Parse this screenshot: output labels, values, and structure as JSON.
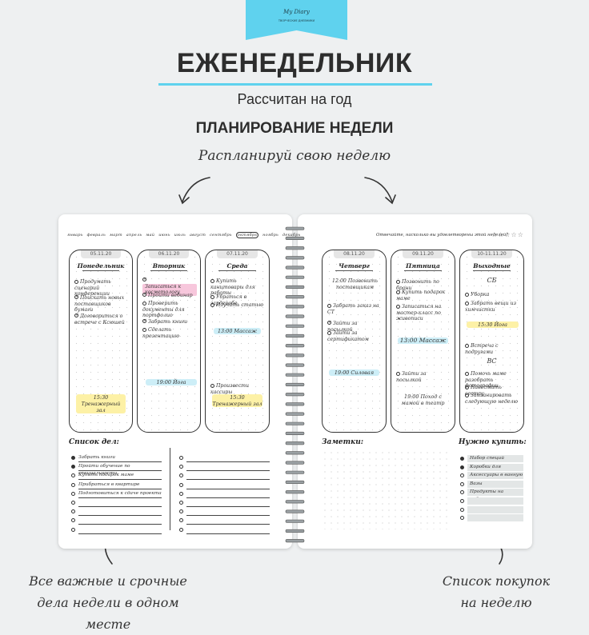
{
  "brand": {
    "logo_text": "My Diary",
    "tagline": "ТВОРЧЕСКИЕ ДНЕВНИКИ"
  },
  "header": {
    "title": "ЕЖЕНЕДЕЛЬНИК",
    "subtitle": "Рассчитан на год",
    "section": "ПЛАНИРОВАНИЕ НЕДЕЛИ",
    "caption_top": "Распланируй свою неделю"
  },
  "left_page": {
    "months": [
      "январь",
      "февраль",
      "март",
      "апрель",
      "май",
      "июнь",
      "июль",
      "август",
      "сентябрь",
      "октябрь",
      "ноябрь",
      "декабрь"
    ],
    "days": [
      {
        "date": "05.11.20",
        "name": "Понедельник",
        "tasks": [
          {
            "text": "Продумать сценарий конференции",
            "checked": false
          },
          {
            "text": "Поискать новых поставщиков бумаги",
            "checked": true
          },
          {
            "text": "Договориться о встрече с Ксюшей",
            "checked": true
          }
        ],
        "event": {
          "text": "15:30 Тренажерный зал",
          "color": "#fdf1a6"
        }
      },
      {
        "date": "06.11.20",
        "name": "Вторник",
        "tasks": [
          {
            "text": "Записаться к косметологу",
            "checked": true,
            "highlight": "#f7c7dc"
          },
          {
            "text": "Пройти вебинар",
            "checked": true
          },
          {
            "text": "Проверить документы для портфолио",
            "checked": false
          },
          {
            "text": "Забрать книги",
            "checked": true
          },
          {
            "text": "Сделать презентацию",
            "checked": false
          }
        ],
        "event": {
          "text": "19:00 Йога",
          "color": "#cdeef7"
        }
      },
      {
        "date": "07.11.20",
        "name": "Среда",
        "tasks": [
          {
            "text": "Купить канцтовары для работы",
            "checked": false
          },
          {
            "text": "Убраться в гардеробе",
            "checked": false
          },
          {
            "text": "Изучить статью",
            "checked": false
          }
        ],
        "mid_event": {
          "text": "13:00 Массаж",
          "color": "#cdeef7"
        },
        "late_task": {
          "text": "Произвести кассиры",
          "checked": false
        },
        "event": {
          "text": "15:30 Тренажерный зал",
          "color": "#fdf1a6"
        }
      }
    ],
    "todo_title": "Список дел:",
    "todos_left": [
      {
        "text": "Забрать книги",
        "checked": true
      },
      {
        "text": "Пройти обучение по специальности",
        "checked": true
      },
      {
        "text": "Купить подарок маме",
        "checked": false
      },
      {
        "text": "Прибраться в квартире",
        "checked": false
      },
      {
        "text": "Подготовиться к сдаче проекта",
        "checked": false
      },
      {
        "text": "",
        "checked": false
      },
      {
        "text": "",
        "checked": false
      },
      {
        "text": "",
        "checked": false
      },
      {
        "text": "",
        "checked": false
      }
    ],
    "todos_right_count": 9
  },
  "right_page": {
    "quote": "Отвечайте, насколько вы удовлетворены этой неделей?",
    "days": [
      {
        "date": "08.11.20",
        "name": "Четверг",
        "tasks": [
          {
            "text": "12:00 Позвонить поставщикам",
            "plain": true
          },
          {
            "text": "Забрать заказ на СТ",
            "checked": false
          },
          {
            "text": "Зайти за посылкой",
            "checked": true
          },
          {
            "text": "Зайти за сертификатом",
            "checked": false
          }
        ],
        "event": {
          "text": "19:00 Силовая",
          "color": "#cdeef7"
        }
      },
      {
        "date": "09.11.20",
        "name": "Пятница",
        "tasks": [
          {
            "text": "Позвонить по брони",
            "checked": false
          },
          {
            "text": "Купить подарок маме",
            "checked": false
          },
          {
            "text": "Записаться на мастер-класс по живописи",
            "checked": false
          }
        ],
        "mid_event": {
          "text": "13:00 Массаж",
          "color": "#cdeef7"
        },
        "late_task": {
          "text": "Зайти за посылкой",
          "checked": false
        },
        "event": {
          "text": "19:00 Поход с мамой в театр",
          "color": ""
        }
      },
      {
        "date": "10-11.11.20",
        "name": "Выходные",
        "sat": "СБ",
        "sat_tasks": [
          {
            "text": "Уборка",
            "checked": false
          },
          {
            "text": "Забрать вещи из химчистки",
            "checked": false
          }
        ],
        "sat_event": {
          "text": "15:30 Йога",
          "color": "#fdf1a6"
        },
        "sat_late": {
          "text": "Встреча с подругами",
          "checked": false
        },
        "sun": "ВС",
        "sun_tasks": [
          {
            "text": "Помочь маме разобрать фотографии",
            "checked": false
          },
          {
            "text": "Навестить сестру",
            "checked": false
          },
          {
            "text": "Запланировать следующую неделю",
            "checked": false
          }
        ]
      }
    ],
    "notes_title": "Заметки:",
    "shop_title": "Нужно купить:",
    "shop": [
      {
        "text": "Набор специй",
        "checked": true
      },
      {
        "text": "Коробки для хранения",
        "checked": true
      },
      {
        "text": "Аксессуары в ванную",
        "checked": false
      },
      {
        "text": "Вазы",
        "checked": false
      },
      {
        "text": "Продукты на неделю",
        "checked": false
      },
      {
        "text": "",
        "checked": false
      },
      {
        "text": "",
        "checked": false
      },
      {
        "text": "",
        "checked": false
      }
    ]
  },
  "captions": {
    "bottom_left": "Все важные и срочные дела недели в одном месте",
    "bottom_right": "Список покупок на неделю"
  },
  "colors": {
    "accent": "#5fd2ee",
    "yellow": "#fdf1a6",
    "blue": "#cdeef7",
    "pink": "#f7c7dc"
  }
}
